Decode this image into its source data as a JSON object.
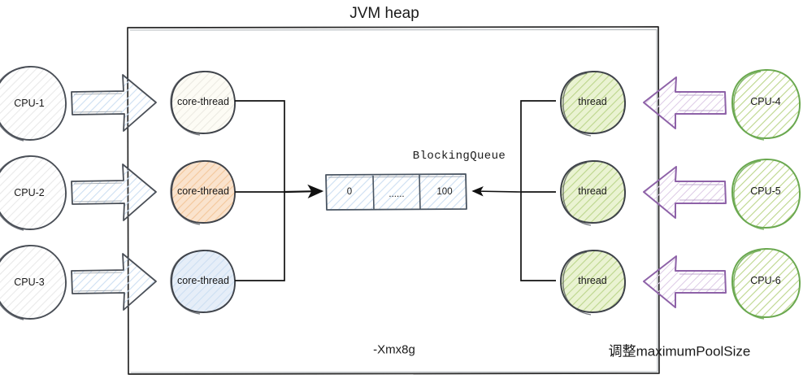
{
  "diagram": {
    "title": "JVM heap",
    "queue_title": "BlockingQueue",
    "heap_note": "-Xmx8g",
    "pool_note": "调整maximumPoolSize"
  },
  "left_cpus": [
    {
      "label": "CPU-1"
    },
    {
      "label": "CPU-2"
    },
    {
      "label": "CPU-3"
    }
  ],
  "core_threads": [
    {
      "label": "core-thread",
      "fill": "#fdfcf5"
    },
    {
      "label": "core-thread",
      "fill": "#fae3cd"
    },
    {
      "label": "core-thread",
      "fill": "#e6eef8"
    }
  ],
  "pool_threads": [
    {
      "label": "thread",
      "fill": "#eaf3d2"
    },
    {
      "label": "thread",
      "fill": "#eaf3d2"
    },
    {
      "label": "thread",
      "fill": "#eaf3d2"
    }
  ],
  "right_cpus": [
    {
      "label": "CPU-4"
    },
    {
      "label": "CPU-5"
    },
    {
      "label": "CPU-6"
    }
  ],
  "queue_cells": [
    {
      "label": "0"
    },
    {
      "label": "......"
    },
    {
      "label": "100"
    }
  ],
  "colors": {
    "outline_dark": "#3f434a",
    "green": "#6aa84f",
    "purple": "#8e62a8",
    "blue": "#7f9dc4",
    "line": "#111111"
  }
}
